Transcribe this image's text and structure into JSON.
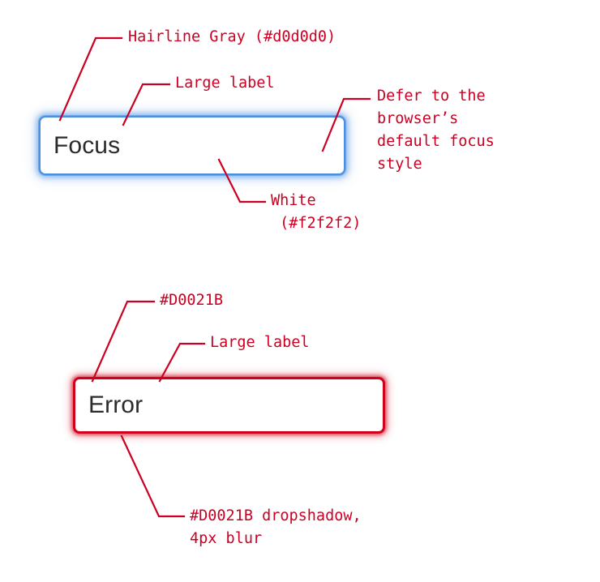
{
  "page": {
    "background": "#ffffff",
    "annotation_color": "#CC0022",
    "label_color": "#2b2b2b"
  },
  "specs": [
    {
      "id": "focus",
      "field": {
        "name": "focus-field",
        "label": "Focus",
        "placeholder": "",
        "state": "focus",
        "border_color": "#4a90e2",
        "fill_color": "#ffffff",
        "corner_radius": "8px"
      },
      "annotations": [
        {
          "name": "hairline-gray",
          "text": "Hairline Gray (#d0d0d0)"
        },
        {
          "name": "large-label",
          "text": "Large label"
        },
        {
          "name": "default-focus-style",
          "lines": [
            "Defer to the",
            "browser’s",
            "default focus",
            "style"
          ]
        },
        {
          "name": "white-fill",
          "lines": [
            "White",
            " (#f2f2f2)"
          ]
        }
      ]
    },
    {
      "id": "error",
      "field": {
        "name": "error-field",
        "label": "Error",
        "placeholder": "",
        "state": "error",
        "border_color": "#D0021B",
        "fill_color": "#ffffff",
        "corner_radius": "8px"
      },
      "annotations": [
        {
          "name": "error-border-color",
          "text": "#D0021B"
        },
        {
          "name": "large-label",
          "text": "Large label"
        },
        {
          "name": "dropshadow",
          "lines": [
            "#D0021B dropshadow,",
            "4px blur"
          ]
        }
      ]
    }
  ],
  "text": {
    "focus_label": "Focus",
    "error_label": "Error",
    "hairline_gray": "Hairline Gray (#d0d0d0)",
    "large_label_1": "Large label",
    "defer_l1": "Defer to the",
    "defer_l2": "browser’s",
    "defer_l3": "default focus",
    "defer_l4": "style",
    "white_l1": "White",
    "white_l2": " (#f2f2f2)",
    "error_color": "#D0021B",
    "large_label_2": "Large label",
    "dropshadow_l1": "#D0021B dropshadow,",
    "dropshadow_l2": "4px blur"
  }
}
